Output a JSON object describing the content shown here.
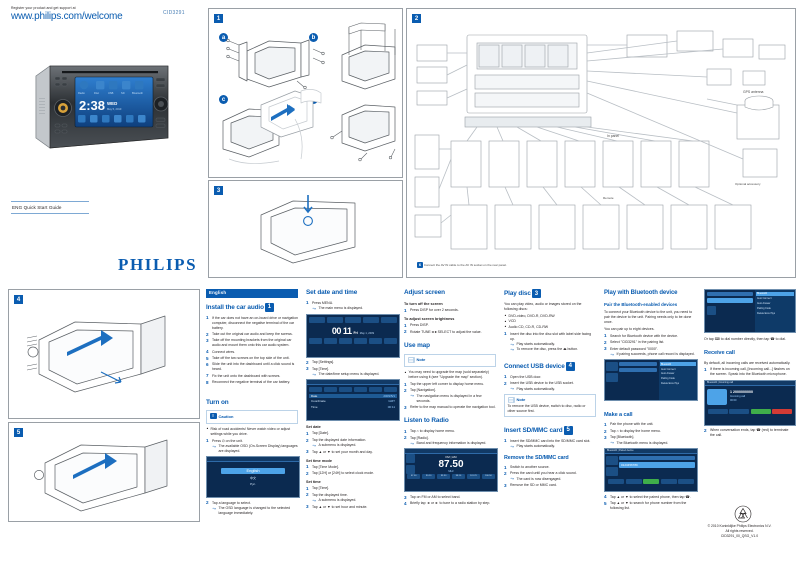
{
  "header": {
    "register_line": "Register your product and get support at",
    "url": "www.philips.com/welcome",
    "model": "CID3291"
  },
  "brand": "PHILIPS",
  "quick_start": {
    "label": "ENG Quick Start Guide"
  },
  "panels": {
    "p1_number": "1",
    "p1_letters": [
      "a",
      "b",
      "c",
      "d"
    ],
    "p2_number": "2",
    "p3_number": "3",
    "p4_number": "4",
    "p5_number": "5",
    "p2_captions": {
      "gps": "GPS antenna",
      "front": "Front",
      "rear": "Rear",
      "optional": "Optional accessory",
      "remote": "Remote",
      "connect_note": "Connect the AV IN cable to the AV IN socket on the rear panel."
    }
  },
  "columns": {
    "c1": {
      "language_bar": "English",
      "install": {
        "title": "Install the car audio",
        "badge": "1",
        "steps": [
          "If the car does not have an on-board drive or navigation computer, disconnect the negative terminal of the car battery.",
          "Take out the original car audio and keep the screws.",
          "Take off the mounting brackets from the original car audio and mount them onto this car audio system.",
          "Connect wires.",
          "Take off the two screws on the top side of the unit.",
          "Slide the unit into the dashboard until a click sound is heard.",
          "Fix the unit onto the dashboard with screws.",
          "Reconnect the negative terminal of the car battery."
        ],
        "step_badges": [
          "",
          "",
          "a",
          "2",
          "b",
          "c",
          "d",
          ""
        ]
      },
      "turn_on": {
        "title": "Turn on",
        "caution_label": "Caution",
        "caution_text": "Risk of road accidents! Never watch video or adjust settings while you drive.",
        "steps": [
          "Press ⏻ on the unit.",
          "Tap a language to select."
        ],
        "note1": "The available OSD (On-Screen Display) languages are displayed.",
        "note2": "The OSD language is changed to the selected language immediately.",
        "shot_items": [
          "English",
          "中文",
          "Рус."
        ]
      }
    },
    "c2": {
      "set_date_time": {
        "title": "Set date and time",
        "steps": [
          "Press MENU.",
          "Tap [Settings].",
          "Tap [Time]."
        ],
        "note1": "The main menu is displayed.",
        "note3": "The date/time setup menu is displayed.",
        "shot1": {
          "time": "00 11",
          "day": "Fri",
          "date": "May 1, 2009"
        },
        "shot2": {
          "rows": [
            [
              "Date",
              "2009/5/1"
            ],
            [
              "Coordinate",
              "GMT"
            ],
            [
              "Time",
              "00:11"
            ]
          ]
        }
      },
      "set_date": {
        "title": "Set date",
        "steps": [
          "Tap [Date].",
          "Tap the displayed date information.",
          "Tap ▲ or ▼ to set your month and day."
        ],
        "note": "A submenu is displayed."
      },
      "set_time_mode": {
        "title": "Set time mode",
        "steps": [
          "Tap [Time Mode].",
          "Tap [12H] or [24H] to select clock mode."
        ]
      },
      "set_time": {
        "title": "Set time",
        "steps": [
          "Tap [Time].",
          "Tap the displayed time.",
          "Tap ▲ or ▼ to set hour and minute."
        ],
        "note": "A submenu is displayed."
      }
    },
    "c3": {
      "adjust_screen": {
        "title": "Adjust screen",
        "sub1": "To turn off the screen",
        "sub1_steps": [
          "Press DISP for over 2 seconds."
        ],
        "sub2": "To adjust screen brightness",
        "sub2_steps": [
          "Press DISP.",
          "Rotate TUNE◄►SELECT to adjust the value."
        ]
      },
      "use_map": {
        "title": "Use map",
        "note_label": "Note",
        "note_text": "You may need to upgrade the map (sold separately) before using it (see \"Upgrade the map\" section).",
        "steps": [
          "Tap the upper left corner to display home menu.",
          "Tap [Navigation].",
          "Refer to the map manual to operate the navigation tool."
        ],
        "note2": "The navigation menu is displayed in a few seconds."
      },
      "listen_radio": {
        "title": "Listen to Radio",
        "steps": [
          "Tap ⌂ to display home menu.",
          "Tap [Radio].",
          "Tap on FM or AM to select band.",
          "Briefly tap ◄ or ► to tune to a radio station by step."
        ],
        "note": "Band and frequency information is displayed.",
        "shot": {
          "freq": "87.50",
          "unit": "MHz",
          "preset_label": "FM  |  AM",
          "presets": [
            "87.50",
            "90.10",
            "93.30",
            "98.10",
            "101.70",
            "106.50"
          ]
        }
      }
    },
    "c4": {
      "play_disc": {
        "title": "Play disc",
        "badge": "3",
        "intro": "You can play video, audio or images stored on the following discs:",
        "discs": [
          "DVD-video, DVD-R, DVD-RW",
          "VCD",
          "Audio CD, CD-R, CD-RW"
        ],
        "steps": [
          "Insert the disc into the disc slot with label side facing up."
        ],
        "note1": "Play starts automatically.",
        "note2": "To remove the disc, press the ⏏ button."
      },
      "connect_usb": {
        "title": "Connect USB device",
        "badge": "4",
        "steps": [
          "Open the USB door.",
          "Insert the USB device to the USB socket."
        ],
        "note": "Play starts automatically.",
        "note_label": "Note",
        "note_text": "To remove the USB device, switch to disc, radio or other source first."
      },
      "insert_sd": {
        "title": "Insert SD/MMC card",
        "badge": "5",
        "steps": [
          "Insert the SD/MMC card into the SD/MMC card slot."
        ],
        "note": "Play starts automatically."
      },
      "remove_sd": {
        "title": "Remove the SD/MMC card",
        "steps": [
          "Switch to another source.",
          "Press the card until you hear a click sound.",
          "Remove the SD or MMC card."
        ],
        "note": "The card is now disengaged."
      }
    },
    "c5": {
      "bluetooth": {
        "title": "Play with Bluetooth device",
        "pair_title": "Pair the Bluetooth-enabled devices",
        "intro1": "To connect your Bluetooth device to the unit, you need to pair the device to the unit. Pairing needs only to be done once.",
        "intro2": "You can pair up to eight devices.",
        "steps": [
          "Search for Bluetooth device with the device.",
          "Select \"CID3291\" in the pairing list.",
          "Enter default password \"0000\"."
        ],
        "note": "If pairing succeeds, phone call record is displayed.",
        "shot_menu": [
          "Bluetooth",
          "Auto Connect",
          "Auto Answer",
          "Pairing Code",
          "Delete Excel Sys"
        ]
      },
      "make_call": {
        "title": "Make a call",
        "steps": [
          "Pair the phone with the unit.",
          "Tap ⌂ to display the home menu.",
          "Tap [Bluetooth].",
          "Tap ▲ or ▼ to select the paired phone, then tap ☎.",
          "Tap ▲ or ▼ to search for phone number from the following list."
        ],
        "note": "The Bluetooth menu is displayed.",
        "shot": {
          "title": "Bluetooth  |  Paired device",
          "number": "0123456789"
        }
      }
    },
    "c6": {
      "dial_note": "Or tap ⌨ to dial number directly, then tap ☎ to dial.",
      "receive_call": {
        "title": "Receive call",
        "intro": "By default, all incoming calls are received automatically.",
        "steps": [
          "If there is incoming call, [Incoming call...] flashes on the screen. Speak into the Bluetooth microphone.",
          "When conversation ends, tap ☎ (red) to terminate the call."
        ],
        "shot": {
          "title": "Bluetooth  |  Incoming call",
          "number": "1 2000000000",
          "sub": "Incoming call",
          "time": "00:00"
        }
      }
    }
  },
  "footer": {
    "copyright": "© 2010 Koninklijke Philips Electronics N.V.",
    "rights": "All rights reserved.",
    "doc_id": "CID3291_00_QSG_V1.0"
  }
}
